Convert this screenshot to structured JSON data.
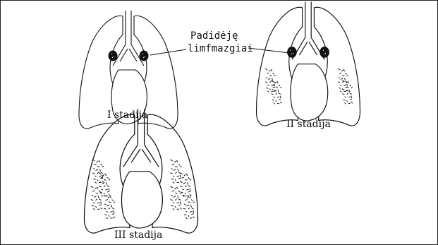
{
  "stages": [
    {
      "id": "stage-1",
      "caption": "I stadija",
      "infiltrates": false
    },
    {
      "id": "stage-2",
      "caption": "II stadija",
      "infiltrates": true
    },
    {
      "id": "stage-3",
      "caption": "III stadija",
      "infiltrates": true
    }
  ],
  "annotation": {
    "line1": "Padidėję",
    "line2": "limfmazgiai"
  },
  "colors": {
    "stroke": "#111111",
    "background": "#ffffff",
    "node_fill": "#111111"
  }
}
